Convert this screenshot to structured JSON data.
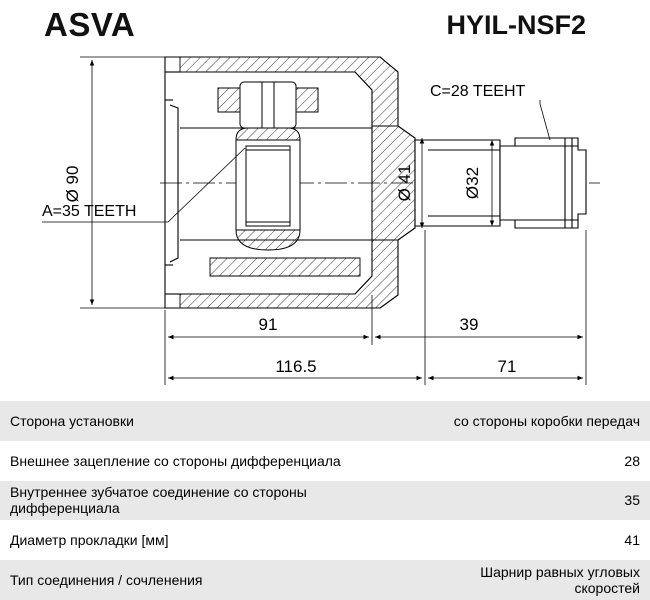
{
  "header": {
    "brand": "ASVA",
    "part_number": "HYIL-NSF2"
  },
  "drawing": {
    "labels": {
      "outer_diameter": "Ø 90",
      "inner_teeth": "A=35 TEETH",
      "outer_teeth": "C=28 TEEHT",
      "seal_diameter": "Ø 41",
      "shaft_diameter": "Ø32",
      "body_length": "91",
      "shaft_length": "39",
      "total_body": "116.5",
      "total_shaft": "71"
    }
  },
  "specs": [
    {
      "label": "Сторона установки",
      "value": "со стороны коробки передач"
    },
    {
      "label": "Внешнее зацепление со стороны дифференциала",
      "value": "28"
    },
    {
      "label": "Внутреннее зубчатое соединение со стороны дифференциала",
      "value": "35"
    },
    {
      "label": "Диаметр прокладки [мм]",
      "value": "41"
    },
    {
      "label": "Тип соединения / сочленения",
      "value": "Шарнир равных угловых скоростей"
    }
  ]
}
